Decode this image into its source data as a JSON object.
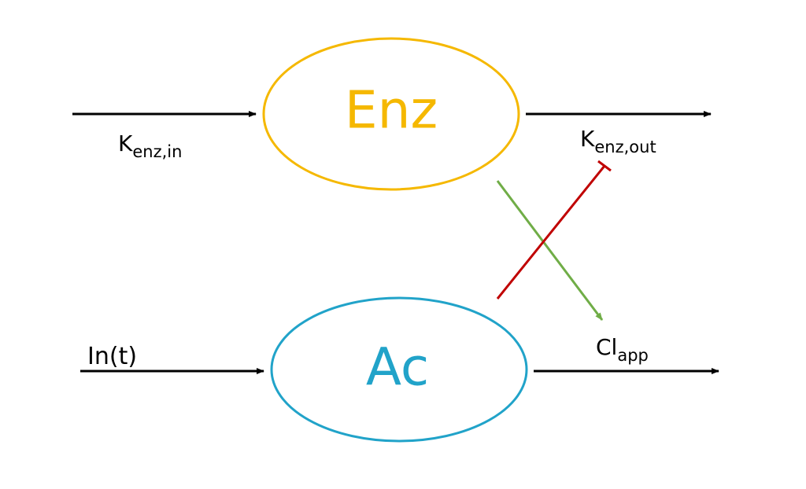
{
  "diagram": {
    "nodes": {
      "enz": {
        "label": "Enz",
        "color": "#F5B800"
      },
      "ac": {
        "label": "Ac",
        "color": "#21A3C9"
      }
    },
    "edges": {
      "enz_in": {
        "main": "K",
        "sub": "enz,in"
      },
      "enz_out": {
        "main": "K",
        "sub": "enz,out"
      },
      "ac_in": {
        "main": "In(t)"
      },
      "ac_out": {
        "main": "Cl",
        "sub": "app"
      }
    },
    "colors": {
      "arrow": "#000000",
      "activation": "#70AD47",
      "inhibition": "#C00000"
    }
  }
}
